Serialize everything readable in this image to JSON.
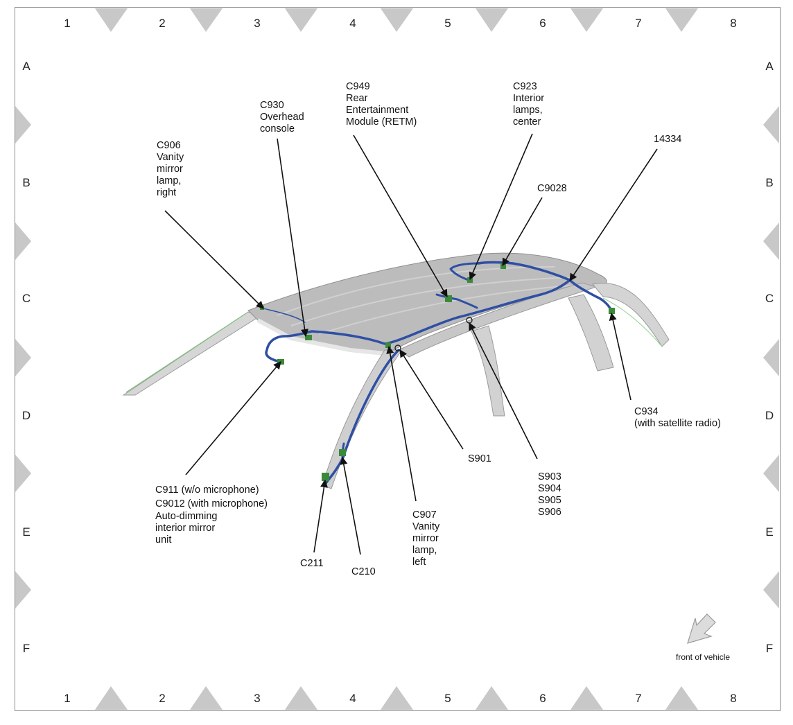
{
  "grid": {
    "columns": [
      "1",
      "2",
      "3",
      "4",
      "5",
      "6",
      "7",
      "8"
    ],
    "rows": [
      "A",
      "B",
      "C",
      "D",
      "E",
      "F"
    ]
  },
  "callouts": {
    "c906": [
      "C906",
      "Vanity",
      "mirror",
      "lamp,",
      "right"
    ],
    "c930": [
      "C930",
      "Overhead",
      "console"
    ],
    "c949": [
      "C949",
      "Rear",
      "Entertainment",
      "Module (RETM)"
    ],
    "c923": [
      "C923",
      "Interior",
      "lamps,",
      "center"
    ],
    "c9028": [
      "C9028"
    ],
    "n14334": [
      "14334"
    ],
    "c934": [
      "C934",
      "(with satellite radio)"
    ],
    "c911": [
      "C911  (w/o microphone)",
      "C9012  (with microphone)",
      "Auto-dimming",
      "interior mirror",
      "unit"
    ],
    "c211": [
      "C211"
    ],
    "c210": [
      "C210"
    ],
    "c907": [
      "C907",
      "Vanity",
      "mirror",
      "lamp,",
      "left"
    ],
    "s901": [
      "S901"
    ],
    "s903": [
      "S903",
      "S904",
      "S905",
      "S906"
    ]
  },
  "orientation": {
    "label": "front of vehicle",
    "icon": "arrow-down-left-icon"
  },
  "colors": {
    "harness": "#2e4fa3",
    "connector": "#3a8a3a",
    "roof": "#b8b8b8",
    "frame": "#8a8a8a"
  }
}
